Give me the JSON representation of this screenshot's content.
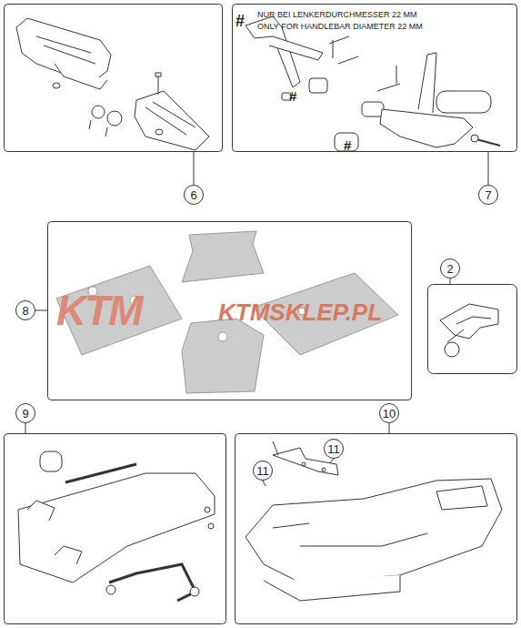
{
  "diagram": {
    "nodes": [
      {
        "text": [
          "6"
        ]
      },
      {
        "text": [
          "7"
        ]
      },
      {
        "text": [
          "8"
        ]
      },
      {
        "text": [
          "2"
        ]
      },
      {
        "text": [
          "9"
        ]
      },
      {
        "text": [
          "10"
        ]
      },
      {
        "text": [
          "11"
        ]
      },
      {
        "text": [
          "11"
        ]
      }
    ],
    "edges": [],
    "labels": [
      "#",
      "NUR BEI LENKERDURCHMESSER 22 MM",
      "ONLY FOR HANDLEBAR DIAMETER 22 MM",
      "#",
      "#",
      "KTM",
      "KTMSKLEP.PL"
    ]
  }
}
